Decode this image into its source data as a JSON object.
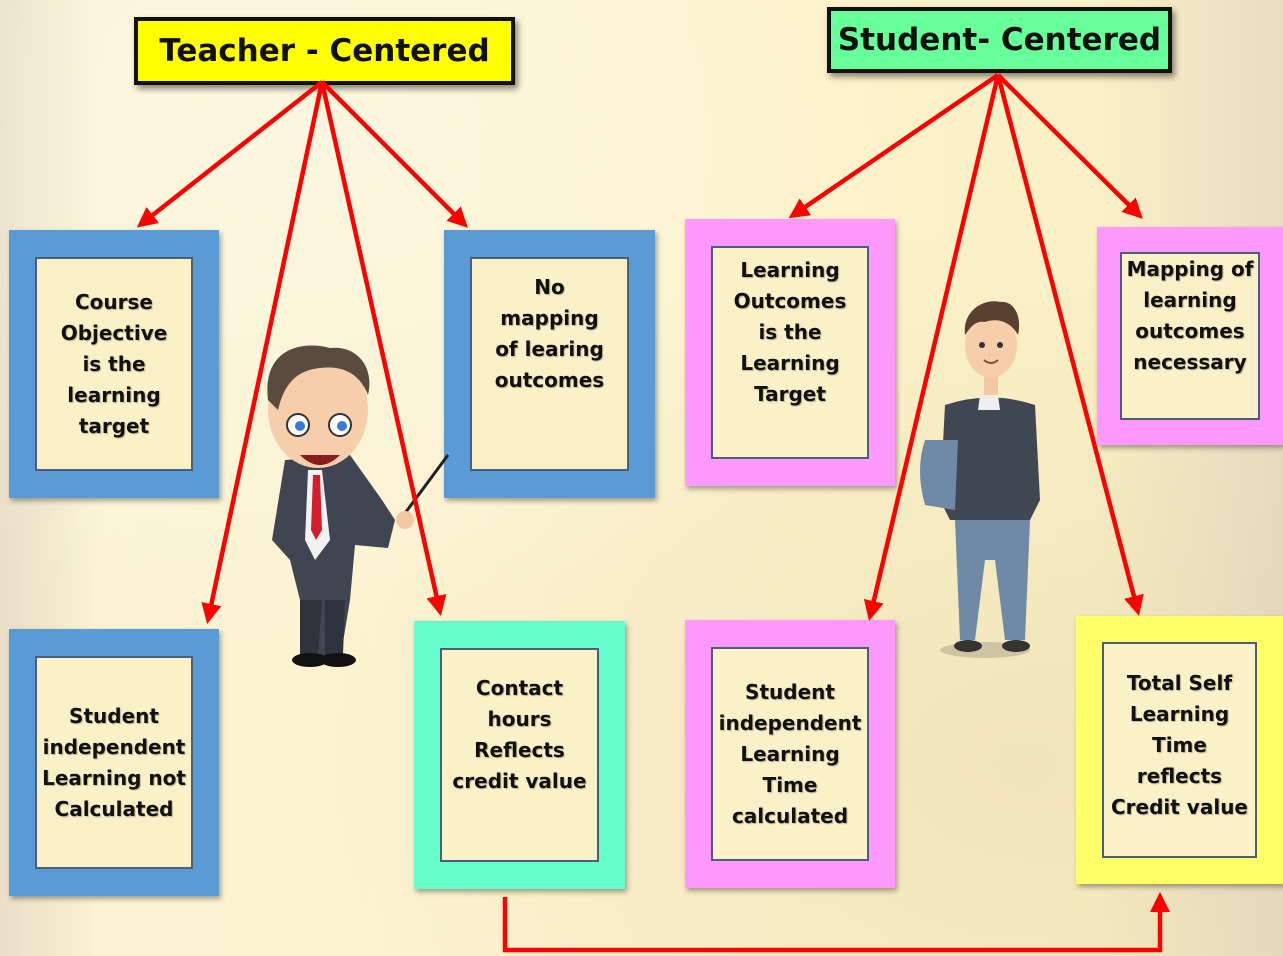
{
  "headers": {
    "teacher": {
      "text": "Teacher - Centered",
      "color": "#ffff00"
    },
    "student": {
      "text": "Student- Centered",
      "color": "#66ff99"
    }
  },
  "teacher_boxes": [
    {
      "text": "Course\nObjective\nis the\nlearning\ntarget",
      "color": "#5b9bd5"
    },
    {
      "text": "No\nmapping\nof learing\noutcomes",
      "color": "#5b9bd5"
    },
    {
      "text": "Student\nindependent\nLearning not\nCalculated",
      "color": "#5b9bd5"
    },
    {
      "text": "Contact hours\nReflects\ncredit value",
      "color": "#66ffcc"
    }
  ],
  "student_boxes": [
    {
      "text": "Learning\nOutcomes\nis the\nLearning\nTarget",
      "color": "#ff99ff"
    },
    {
      "text": "Mapping of\nlearning\noutcomes\nnecessary",
      "color": "#ff99ff"
    },
    {
      "text": "Student\nindependent\nLearning\nTime\ncalculated",
      "color": "#ff99ff"
    },
    {
      "text": "Total Self\nLearning\nTime\nreflects\nCredit value",
      "color": "#ffff66"
    }
  ],
  "arrow_color": "#ff0000",
  "figures": [
    "teacher-cartoon",
    "student-cartoon"
  ]
}
